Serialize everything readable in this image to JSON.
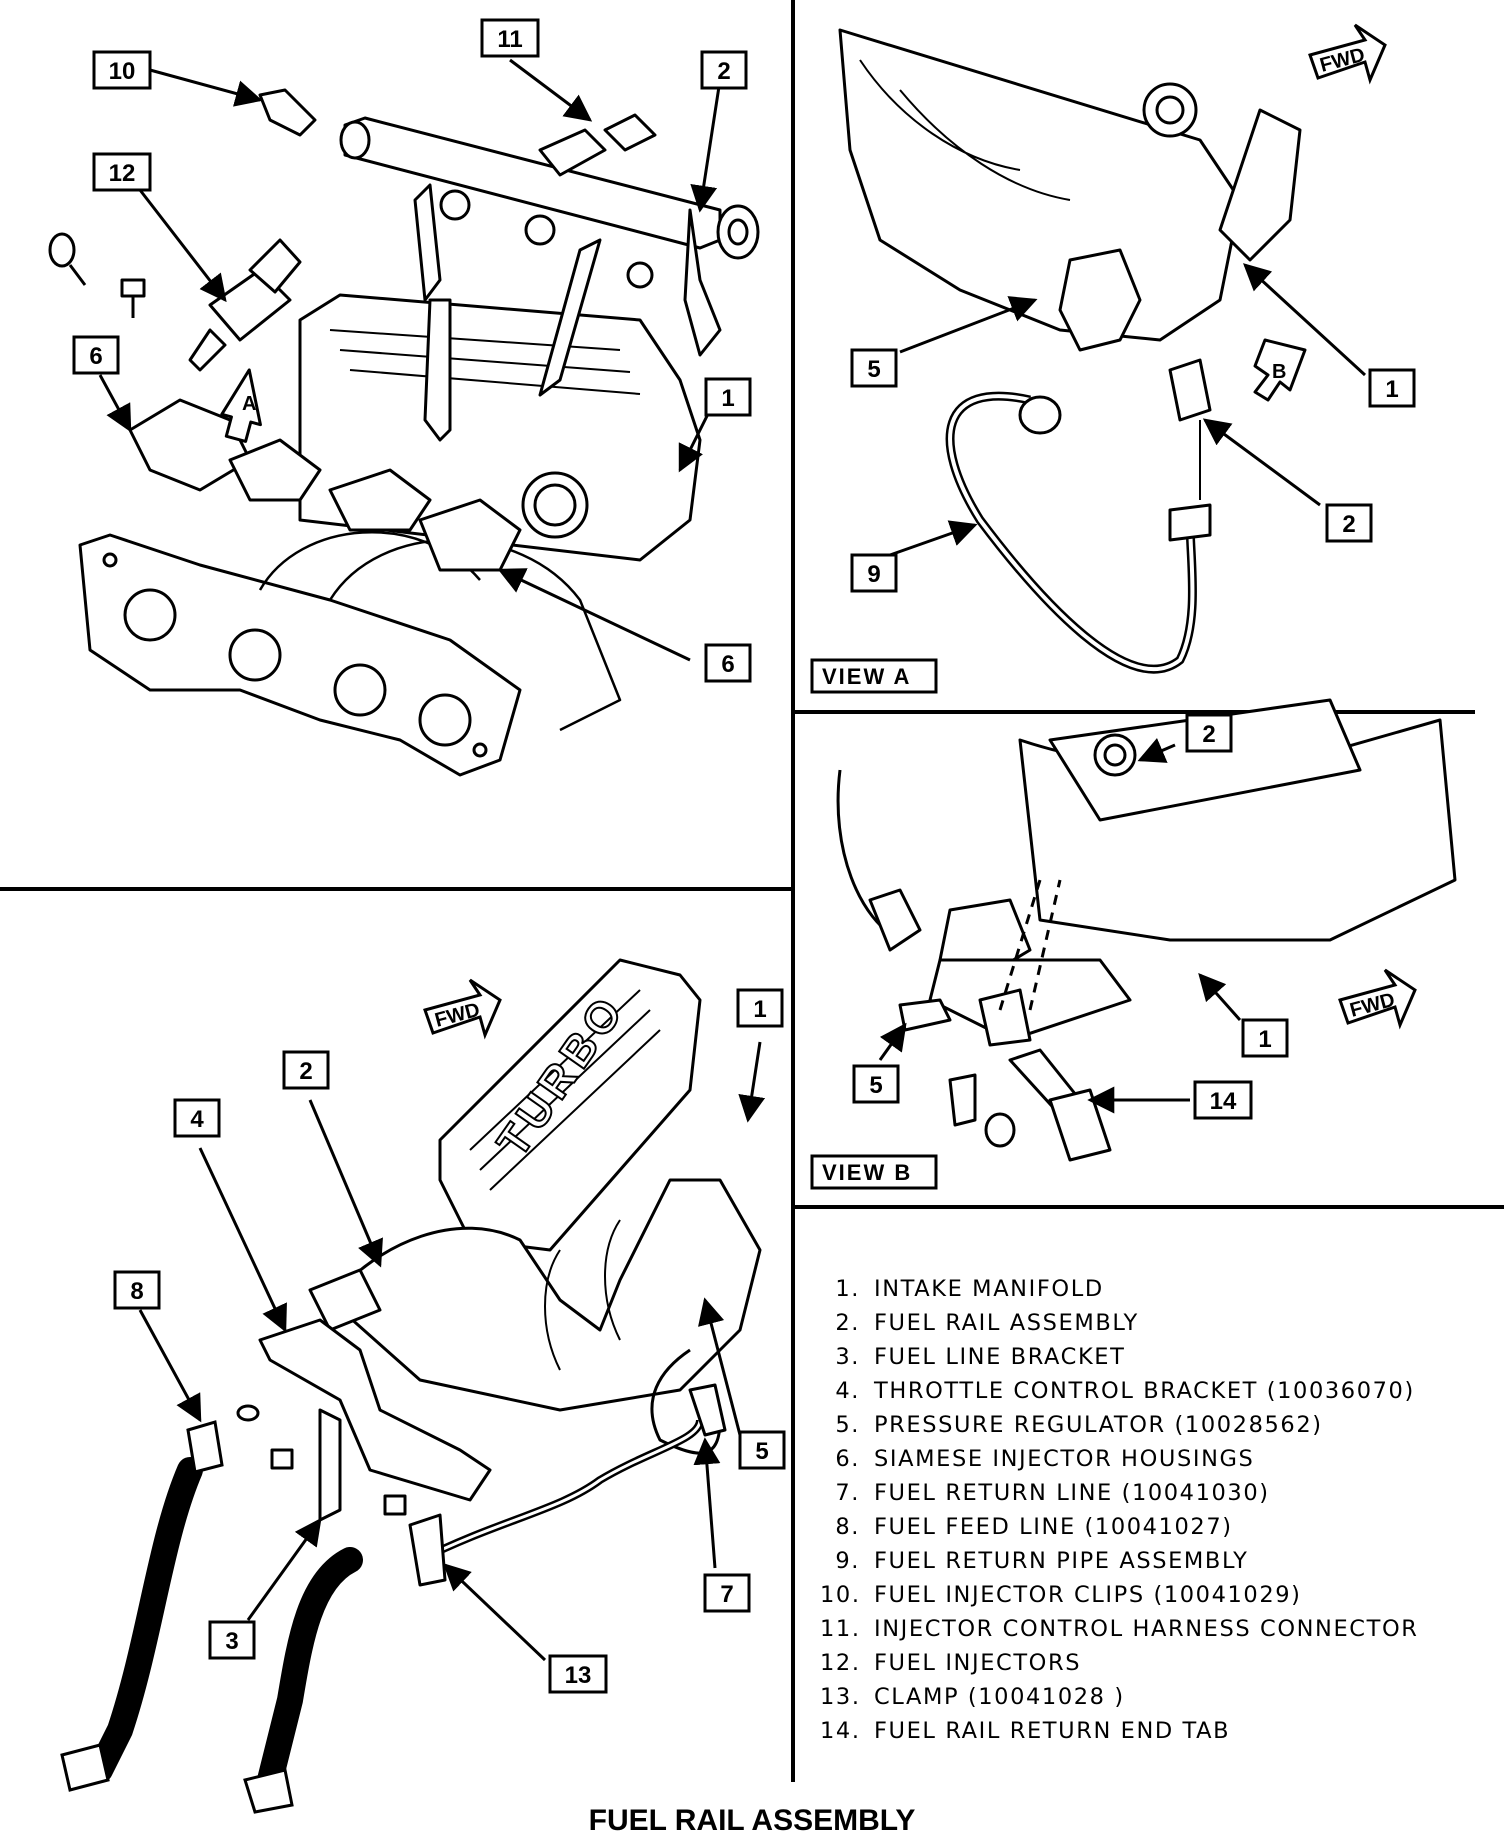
{
  "title": "FUEL RAIL ASSEMBLY",
  "views": {
    "a": "VIEW  A",
    "b": "VIEW  B"
  },
  "direction_label": "FWD",
  "arrow_letters": {
    "a": "A",
    "b": "B"
  },
  "callouts": {
    "main_10": "10",
    "main_11": "11",
    "main_2": "2",
    "main_12": "12",
    "main_6a": "6",
    "main_1": "1",
    "main_6b": "6",
    "va_5": "5",
    "va_1": "1",
    "va_2": "2",
    "va_9": "9",
    "vb_2": "2",
    "vb_1": "1",
    "vb_5": "5",
    "vb_14": "14",
    "bot_1": "1",
    "bot_2": "2",
    "bot_4": "4",
    "bot_8": "8",
    "bot_5": "5",
    "bot_7": "7",
    "bot_3": "3",
    "bot_13": "13"
  },
  "legend": [
    {
      "num": "1.",
      "label": "INTAKE MANIFOLD"
    },
    {
      "num": "2.",
      "label": "FUEL RAIL ASSEMBLY"
    },
    {
      "num": "3.",
      "label": "FUEL LINE BRACKET"
    },
    {
      "num": "4.",
      "label": "THROTTLE CONTROL BRACKET (10036070)"
    },
    {
      "num": "5.",
      "label": "PRESSURE REGULATOR (10028562)"
    },
    {
      "num": "6.",
      "label": "SIAMESE INJECTOR HOUSINGS"
    },
    {
      "num": "7.",
      "label": "FUEL RETURN LINE (10041030)"
    },
    {
      "num": "8.",
      "label": "FUEL FEED LINE (10041027)"
    },
    {
      "num": "9.",
      "label": "FUEL RETURN PIPE ASSEMBLY"
    },
    {
      "num": "10.",
      "label": "FUEL INJECTOR CLIPS (10041029)"
    },
    {
      "num": "11.",
      "label": "INJECTOR CONTROL HARNESS CONNECTOR"
    },
    {
      "num": "12.",
      "label": "FUEL INJECTORS"
    },
    {
      "num": "13.",
      "label": "CLAMP (10041028 )"
    },
    {
      "num": "14.",
      "label": "FUEL RAIL RETURN END TAB"
    }
  ]
}
